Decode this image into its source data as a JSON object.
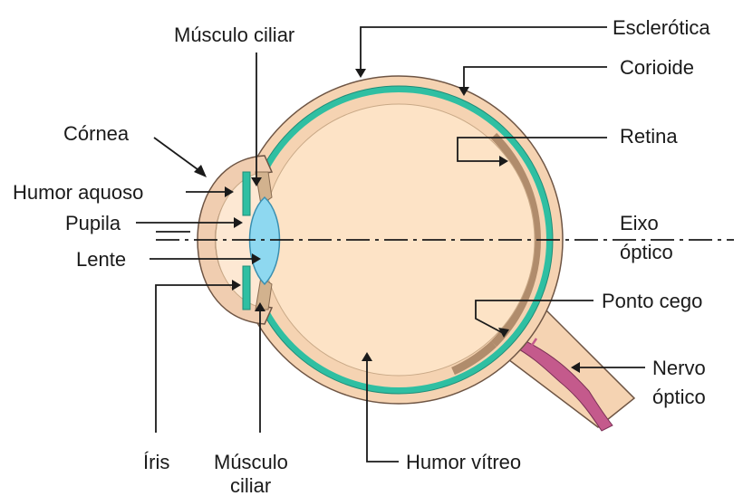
{
  "labels": {
    "esclerotica": "Esclerótica",
    "corioide": "Corioide",
    "retina": "Retina",
    "eixo_optico_1": "Eixo",
    "eixo_optico_2": "óptico",
    "ponto_cego": "Ponto cego",
    "nervo_optico_1": "Nervo",
    "nervo_optico_2": "óptico",
    "musculo_ciliar_top": "Músculo ciliar",
    "cornea": "Córnea",
    "humor_aquoso": "Humor aquoso",
    "pupila": "Pupila",
    "lente": "Lente",
    "iris": "Íris",
    "musculo_ciliar_bottom_1": "Músculo",
    "musculo_ciliar_bottom_2": "ciliar",
    "humor_vitreo": "Humor vítreo"
  },
  "colors": {
    "sclera": "#f5d3b2",
    "vitreous": "#fde3c6",
    "choroid": "#2fbfa2",
    "retina": "#b08c6c",
    "lens": "#8ed8f0",
    "nerve": "#c45a8c",
    "outline": "#6e5544"
  }
}
